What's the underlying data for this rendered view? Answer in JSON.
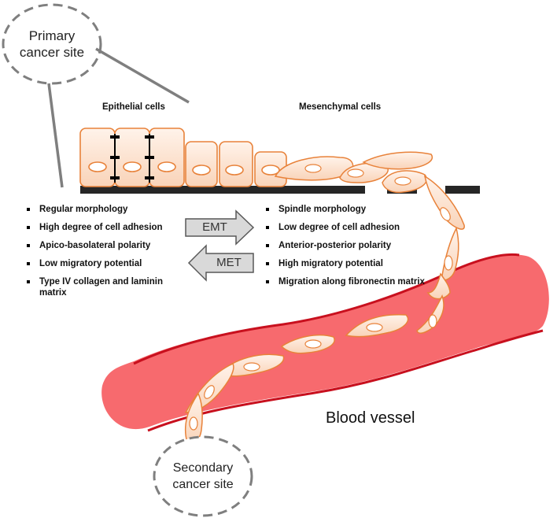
{
  "primary_site": {
    "line1": "Primary",
    "line2": "cancer site"
  },
  "secondary_site": {
    "line1": "Secondary",
    "line2": "cancer site"
  },
  "epithelial": {
    "heading": "Epithelial cells",
    "traits": [
      "Regular morphology",
      "High degree of cell  adhesion",
      "Apico-basolateral polarity",
      "Low migratory potential",
      "Type IV collagen and laminin matrix"
    ]
  },
  "mesenchymal": {
    "heading": "Mesenchymal cells",
    "traits": [
      "Spindle morphology",
      "Low degree of cell adhesion",
      "Anterior-posterior polarity",
      "High migratory potential",
      "Migration along fibronectin matrix"
    ]
  },
  "transitions": {
    "emt": "EMT",
    "met": "MET"
  },
  "vessel_label": "Blood vessel",
  "colors": {
    "cell_fill": "#fbe3d3",
    "cell_stroke": "#e8823a",
    "vessel_fill": "#f76a6e",
    "vessel_edge": "#c8101e",
    "membrane": "#262626",
    "arrow_fill": "#d9d9d9",
    "dashed_circle": "#7f7f7f"
  }
}
